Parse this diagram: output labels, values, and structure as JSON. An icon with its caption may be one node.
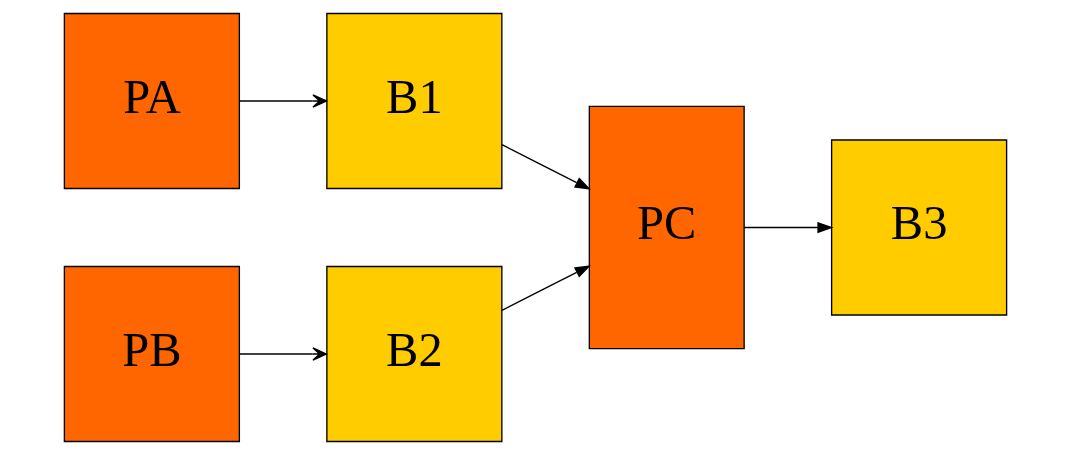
{
  "diagram": {
    "nodes": [
      {
        "text": [
          "PA"
        ]
      },
      {
        "text": [
          "B1"
        ]
      },
      {
        "text": [
          "PB"
        ]
      },
      {
        "text": [
          "B2"
        ]
      },
      {
        "text": [
          "PC"
        ]
      },
      {
        "text": [
          "B3"
        ]
      }
    ],
    "edges": [
      {
        "from": 0,
        "to": 1,
        "arrow": "to"
      },
      {
        "from": 2,
        "to": 3,
        "arrow": "to"
      },
      {
        "from": 1,
        "to": 4,
        "arrow": "to"
      },
      {
        "from": 3,
        "to": 4,
        "arrow": "to"
      },
      {
        "from": 4,
        "to": 5,
        "arrow": "to"
      }
    ]
  }
}
